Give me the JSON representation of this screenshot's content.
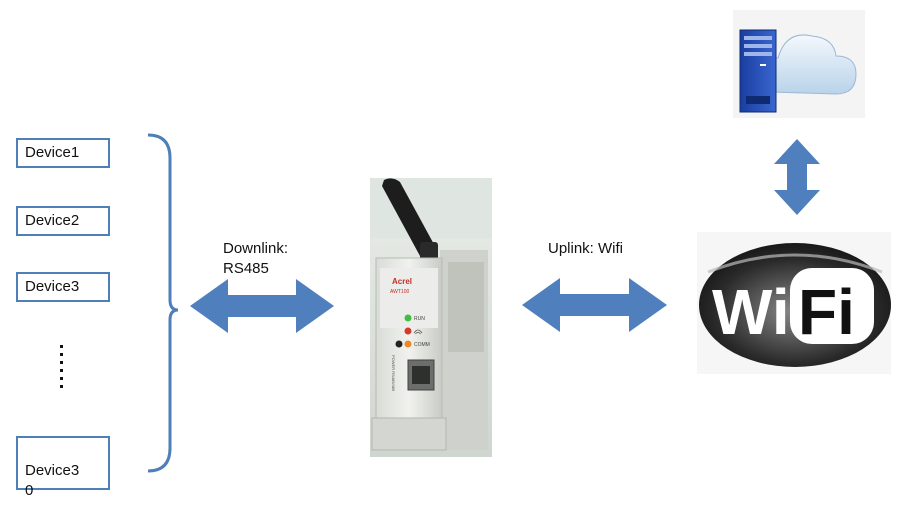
{
  "devices": [
    "Device1",
    "Device2",
    "Device3",
    "Device3\n0"
  ],
  "ellipsis_count": 6,
  "downlink": {
    "line1": "Downlink:",
    "line2": "RS485"
  },
  "uplink": {
    "text": "Uplink: Wifi"
  },
  "gateway": {
    "brand": "Acrel",
    "model": "AWT100",
    "leds": [
      "RUN",
      "COMM"
    ],
    "side_text": "POWER RS485/485"
  },
  "wifi_logo": {
    "left": "Wi",
    "right": "Fi"
  },
  "colors": {
    "arrow": "#4f7fbd",
    "box_border": "#4e7fb8",
    "bracket": "#4e7fb8",
    "led_green": "#3fbf3f",
    "led_red": "#d63a2a",
    "led_orange": "#e88a2a"
  }
}
